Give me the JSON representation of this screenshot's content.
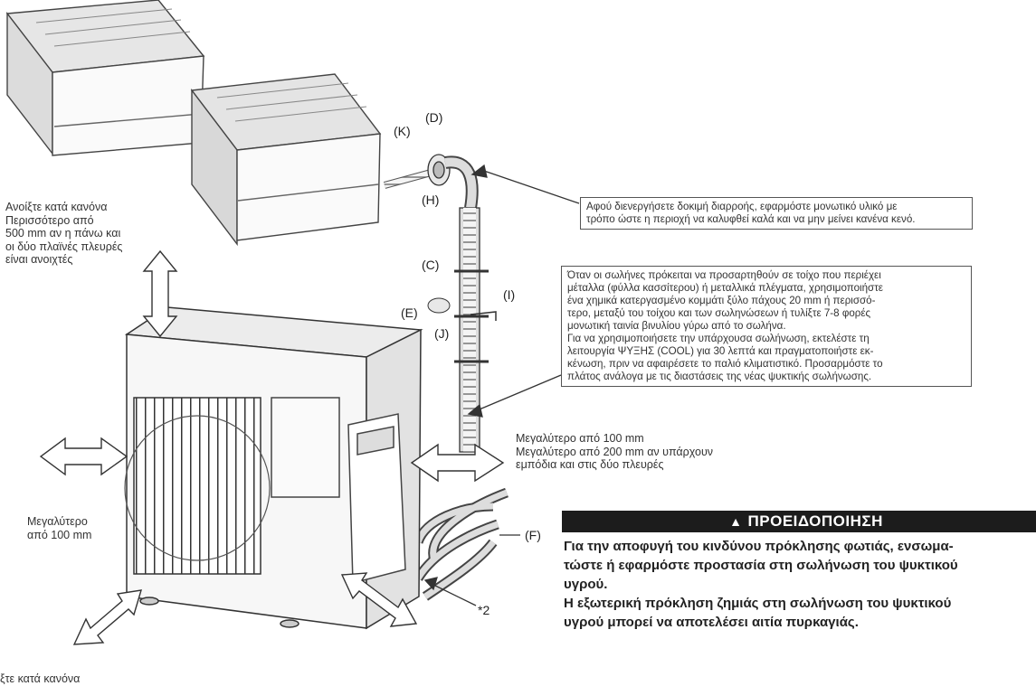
{
  "labels": {
    "K": "(K)",
    "D": "(D)",
    "H": "(H)",
    "C": "(C)",
    "E": "(E)",
    "I": "(I)",
    "J": "(J)",
    "F": "(F)",
    "star2": "*2"
  },
  "notes": {
    "top_left": "Ανοίξτε κατά κανόνα\nΠερισσότερο από\n500 mm αν η πάνω και\nοι δύο πλαϊνές πλευρές\nείναι ανοιχτές",
    "left_mid": "Μεγαλύτερο\nαπό 100 mm",
    "right_mid": "Μεγαλύτερο από 100 mm\nΜεγαλύτερο από 200 mm αν υπάρχουν\nεμπόδια και στις δύο πλευρές",
    "bottom_left": "ξτε κατά κανόνα"
  },
  "boxes": {
    "insulation": "Αφού διενεργήσετε δοκιμή διαρροής, εφαρμόστε μονωτικό υλικό με\nτρόπο ώστε η περιοχή να καλυφθεί καλά και να μην μείνει κανένα κενό.",
    "wall": "Όταν οι σωλήνες πρόκειται να προσαρτηθούν σε τοίχο που περιέχει\nμέταλλα (φύλλα κασσίτερου) ή μεταλλικά πλέγματα, χρησιμοποιήστε\nένα χημικά κατεργασμένο κομμάτι ξύλο πάχους 20 mm ή περισσό-\nτερο, μεταξύ του τοίχου και των σωληνώσεων ή τυλίξτε 7-8 φορές\nμονωτική ταινία βινυλίου γύρω από το σωλήνα.\nΓια να χρησιμοποιήσετε την υπάρχουσα σωλήνωση, εκτελέστε τη\nλειτουργία ΨΥΞΗΣ (COOL) για 30 λεπτά και πραγματοποιήστε εκ-\nκένωση, πριν να αφαιρέσετε το παλιό κλιματιστικό. Προσαρμόστε το\nπλάτος ανάλογα με τις διαστάσεις της νέας ψυκτικής σωλήνωσης."
  },
  "warning": {
    "title": "ΠΡΟΕΙΔΟΠΟΙΗΣΗ",
    "body": "Για την αποφυγή του κινδύνου πρόκλησης φωτιάς, ενσωμα-\nτώστε ή εφαρμόστε προστασία στη σωλήνωση του ψυκτικού\nυγρού.\nΗ εξωτερική πρόκληση ζημιάς στη σωλήνωση του ψυκτικού\nυγρού μπορεί να αποτελέσει αιτία πυρκαγιάς."
  },
  "icons": {
    "warning": "warning-triangle-icon"
  }
}
